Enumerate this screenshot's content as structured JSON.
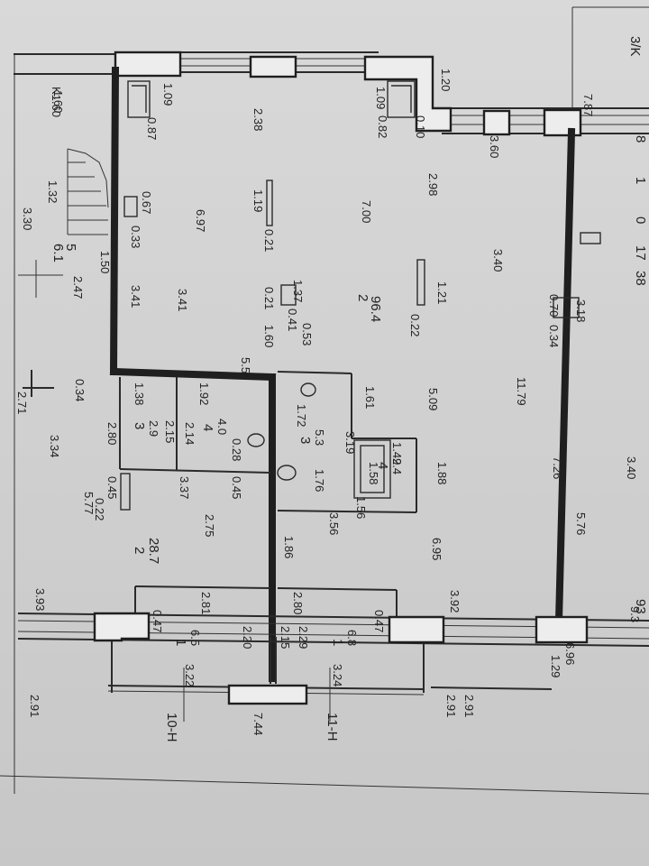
{
  "rooms": [
    {
      "id": "r-left-top",
      "num": "5",
      "area": "6.1"
    },
    {
      "id": "r-hall-big",
      "num": "2",
      "area": "96.4"
    },
    {
      "id": "r-3a",
      "num": "3",
      "area": "2.9"
    },
    {
      "id": "r-4a",
      "num": "4",
      "area": "4.0"
    },
    {
      "id": "r-3b",
      "num": "3",
      "area": "5.3"
    },
    {
      "id": "r-4b",
      "num": "4",
      "area": "2.4"
    },
    {
      "id": "r-2b",
      "num": "2",
      "area": "28.7"
    },
    {
      "id": "r-1a",
      "num": "1",
      "area": "6.5"
    },
    {
      "id": "r-1b",
      "num": "1",
      "area": "6.8"
    }
  ],
  "dimensions": [
    "0.34",
    "2.71",
    "3.34",
    "2.80",
    "0.45",
    "0.22",
    "5.77",
    "3.93",
    "0.47",
    "2.91",
    "3.22",
    "3.24",
    "2.91",
    "1.50",
    "3.41",
    "2.47",
    "3.30",
    "1.32",
    "1.60",
    "0.87",
    "1.09",
    "0.67",
    "0.33",
    "6.97",
    "3.41",
    "1.38",
    "2.15",
    "2.14",
    "1.92",
    "0.28",
    "3.37",
    "0.45",
    "2.75",
    "1.86",
    "2.20",
    "2.15",
    "2.29",
    "2.81",
    "2.80",
    "0.47",
    "3.92",
    "2.91",
    "1.29",
    "6.96",
    "7.44",
    "2.38",
    "1.19",
    "0.21",
    "7.00",
    "2.98",
    "0.21",
    "1.37",
    "0.41",
    "0.53",
    "1.60",
    "5.52",
    "1.21",
    "0.22",
    "3.40",
    "0.70",
    "0.34",
    "3.18",
    "11.79",
    "5.09",
    "1.72",
    "1.61",
    "3.19",
    "1.76",
    "1.49",
    "1.58",
    "1.88",
    "1.56",
    "3.56",
    "6.95",
    "7.26",
    "5.76",
    "1.09",
    "0.82",
    "0.10",
    "1.20",
    "3.60",
    "7.87",
    "3.40",
    "9.3"
  ],
  "axes": {
    "axis_10": "10-H",
    "axis_11": "11-H",
    "axis_3": "3/K",
    "axis_k": "K1.60"
  },
  "edge_fragments": {
    "right_8a": "8",
    "right_1": "1",
    "right_0": "0",
    "right_17": "17",
    "right_38": "38",
    "right_93": "93"
  }
}
